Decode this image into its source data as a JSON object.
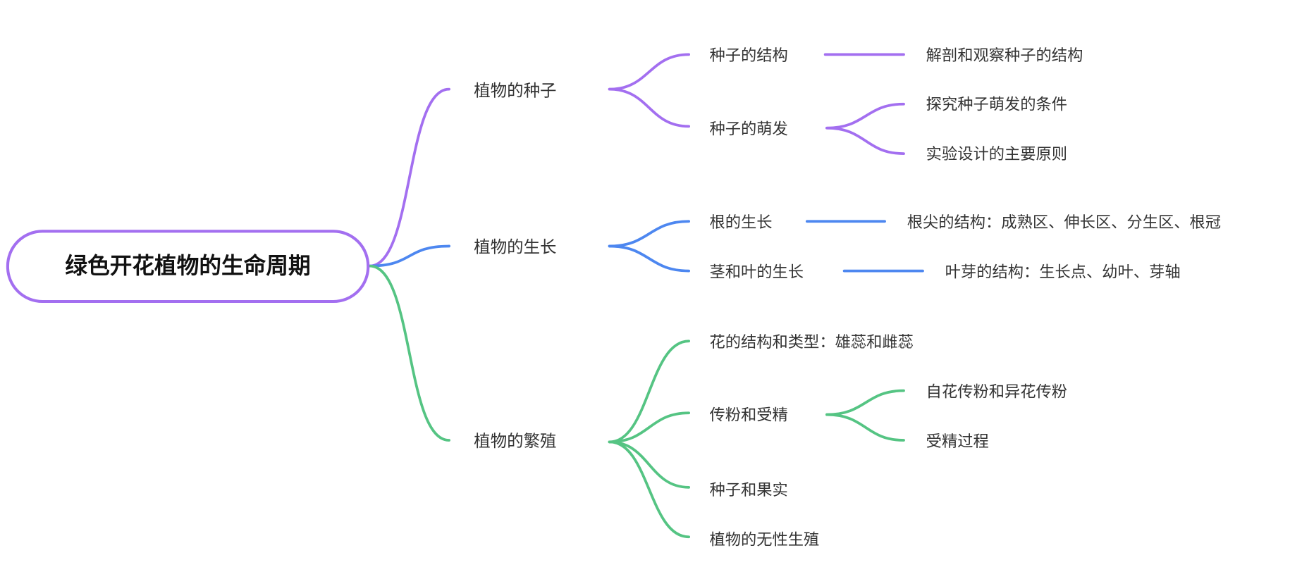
{
  "root": {
    "label": "绿色开花植物的生命周期"
  },
  "colors": {
    "seed": "#a36ff0",
    "growth": "#4d87f0",
    "reproduction": "#55c483"
  },
  "branches": [
    {
      "label": "植物的种子",
      "children": [
        {
          "label": "种子的结构",
          "children": [
            {
              "label": "解剖和观察种子的结构"
            }
          ]
        },
        {
          "label": "种子的萌发",
          "children": [
            {
              "label": "探究种子萌发的条件"
            },
            {
              "label": "实验设计的主要原则"
            }
          ]
        }
      ]
    },
    {
      "label": "植物的生长",
      "children": [
        {
          "label": "根的生长",
          "children": [
            {
              "label": "根尖的结构：成熟区、伸长区、分生区、根冠"
            }
          ]
        },
        {
          "label": "茎和叶的生长",
          "children": [
            {
              "label": "叶芽的结构：生长点、幼叶、芽轴"
            }
          ]
        }
      ]
    },
    {
      "label": "植物的繁殖",
      "children": [
        {
          "label": "花的结构和类型：雄蕊和雌蕊"
        },
        {
          "label": "传粉和受精",
          "children": [
            {
              "label": "自花传粉和异花传粉"
            },
            {
              "label": "受精过程"
            }
          ]
        },
        {
          "label": "种子和果实"
        },
        {
          "label": "植物的无性生殖"
        }
      ]
    }
  ]
}
